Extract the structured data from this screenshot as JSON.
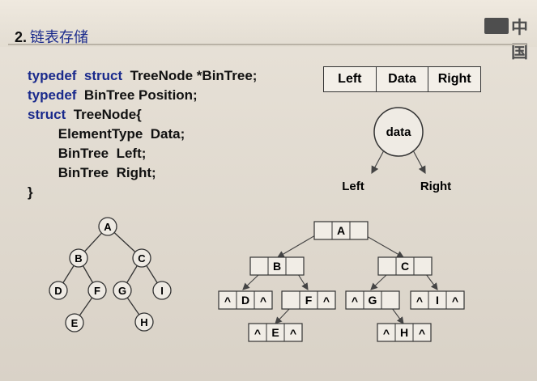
{
  "slide": {
    "number": "2.",
    "title_cn": "链表存储",
    "logo_text": "中国"
  },
  "code": {
    "line1": {
      "kw1": "typedef",
      "kw2": "struct",
      "rest": "TreeNode *BinTree;"
    },
    "line2": {
      "kw1": "typedef",
      "rest": "BinTree Position;"
    },
    "line3": {
      "kw1": "struct",
      "rest": "TreeNode{"
    },
    "line4": "        ElementType  Data;",
    "line5": "        BinTree  Left;",
    "line6": "        BinTree  Right;",
    "line7": "}"
  },
  "node_structure": {
    "fields": [
      "Left",
      "Data",
      "Right"
    ],
    "circle_label": "data",
    "left_label": "Left",
    "right_label": "Right"
  },
  "binary_tree": {
    "nodes": [
      "A",
      "B",
      "C",
      "D",
      "F",
      "G",
      "I",
      "E",
      "H"
    ]
  },
  "linked_tree": {
    "null_symbol": "^",
    "nodes": [
      "A",
      "B",
      "C",
      "D",
      "F",
      "G",
      "I",
      "E",
      "H"
    ]
  }
}
